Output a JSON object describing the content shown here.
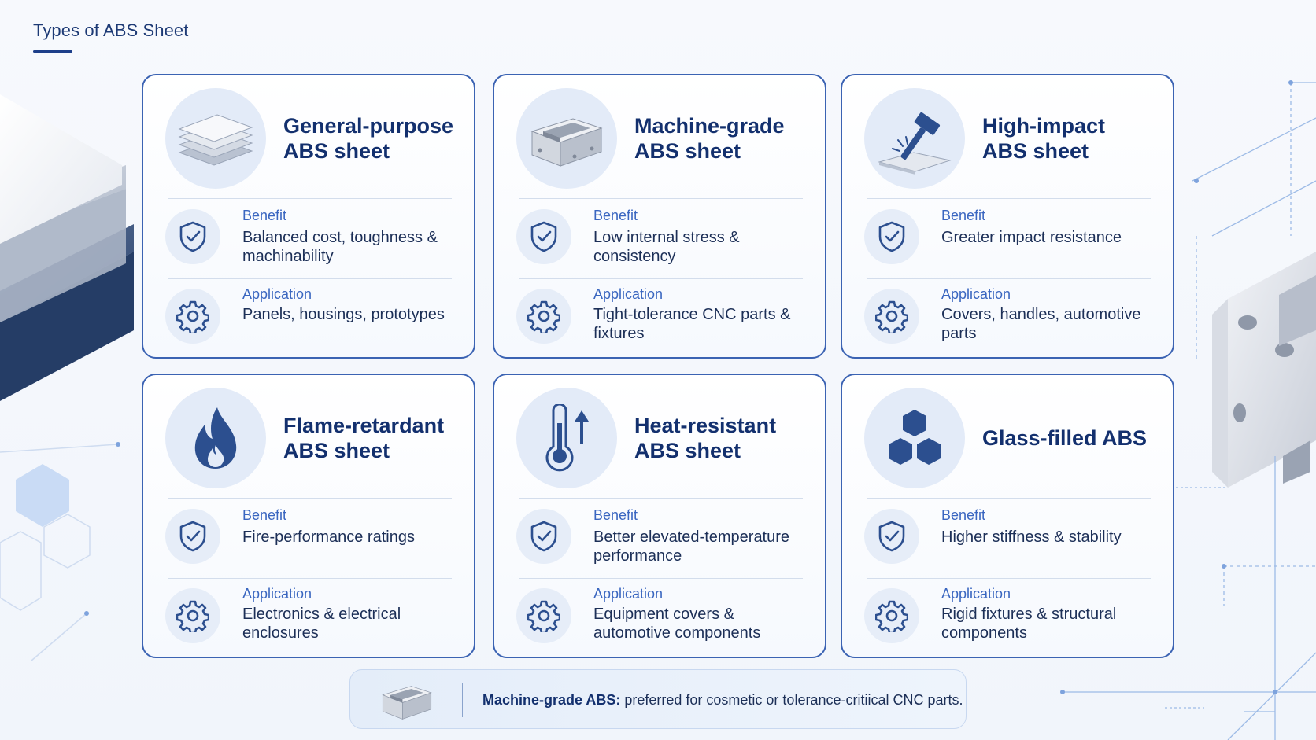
{
  "page": {
    "title": "Types of ABS Sheet"
  },
  "cards": [
    {
      "title": "General-purpose\nABS sheet",
      "icon": "stacked-sheets-icon",
      "benefit_label": "Benefit",
      "benefit": "Balanced cost, toughness & machinability",
      "application_label": "Application",
      "application": "Panels, housings, prototypes"
    },
    {
      "title": "Machine-grade\nABS sheet",
      "icon": "machined-block-icon",
      "benefit_label": "Benefit",
      "benefit": "Low internal stress & consistency",
      "application_label": "Application",
      "application": "Tight-tolerance CNC parts & fixtures"
    },
    {
      "title": "High-impact\nABS sheet",
      "icon": "hammer-impact-icon",
      "benefit_label": "Benefit",
      "benefit": "Greater impact resistance",
      "application_label": "Application",
      "application": "Covers, handles, automotive parts"
    },
    {
      "title": "Flame-retardant\nABS sheet",
      "icon": "flame-icon",
      "benefit_label": "Benefit",
      "benefit": "Fire-performance ratings",
      "application_label": "Application",
      "application": "Electronics & electrical enclosures"
    },
    {
      "title": "Heat-resistant\nABS sheet",
      "icon": "thermometer-icon",
      "benefit_label": "Benefit",
      "benefit": "Better elevated-temperature performance",
      "application_label": "Application",
      "application": "Equipment covers & automotive components"
    },
    {
      "title": "Glass-filled ABS",
      "icon": "hexagon-cluster-icon",
      "benefit_label": "Benefit",
      "benefit": "Higher stiffness & stability",
      "application_label": "Application",
      "application": "Rigid fixtures & structural components"
    }
  ],
  "footer": {
    "strong": "Machine-grade ABS:",
    "text": "preferred for cosmetic or tolerance-critiical CNC parts."
  },
  "colors": {
    "accent": "#3b63b3",
    "title": "#13306e",
    "label": "#3a66c0",
    "icon_fill": "#2c4f8f"
  }
}
